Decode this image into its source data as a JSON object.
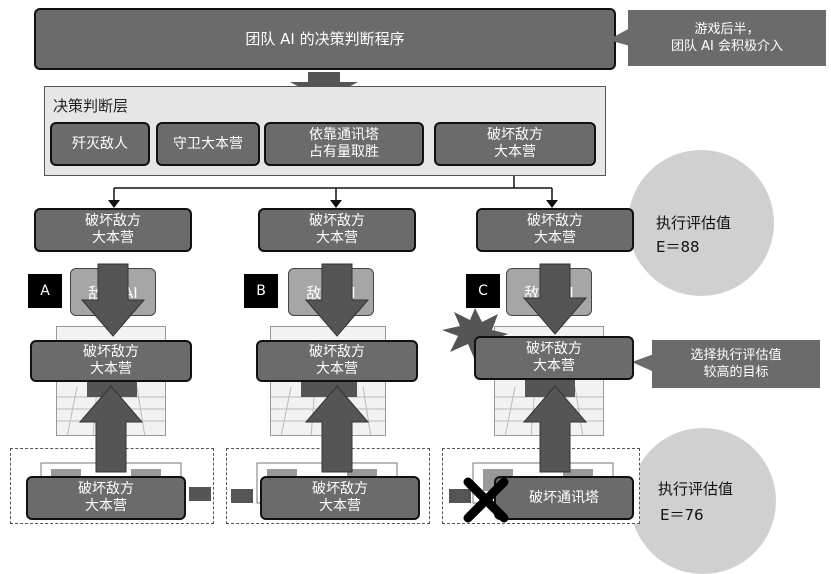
{
  "header": {
    "title": "团队 AI 的决策判断程序",
    "note_line1": "游戏后半，",
    "note_line2": "团队 AI 会积极介入"
  },
  "decision_layer": {
    "title": "决策判断层",
    "options": [
      {
        "line1": "歼灭敌人",
        "line2": ""
      },
      {
        "line1": "守卫大本营",
        "line2": ""
      },
      {
        "line1": "依靠通讯塔",
        "line2": "占有量取胜"
      },
      {
        "line1": "破坏敌方",
        "line2": "大本营"
      }
    ]
  },
  "branches": [
    {
      "letter": "A",
      "top_line1": "破坏敌方",
      "top_line2": "大本营",
      "enemy": "敌方 AI",
      "mid_line1": "破坏敌方",
      "mid_line2": "大本营",
      "bottom_line1": "破坏敌方",
      "bottom_line2": "大本营"
    },
    {
      "letter": "B",
      "top_line1": "破坏敌方",
      "top_line2": "大本营",
      "enemy": "敌方 AI",
      "mid_line1": "破坏敌方",
      "mid_line2": "大本营",
      "bottom_line1": "破坏敌方",
      "bottom_line2": "大本营"
    },
    {
      "letter": "C",
      "top_line1": "破坏敌方",
      "top_line2": "大本营",
      "enemy": "敌方 AI",
      "mid_line1": "破坏敌方",
      "mid_line2": "大本营",
      "bottom_line1": "破坏通讯塔",
      "bottom_line2": ""
    }
  ],
  "eval_top": {
    "label": "执行评估值",
    "value": "E＝88"
  },
  "eval_bottom": {
    "label": "执行评估值",
    "value": "E＝76"
  },
  "select_note": {
    "line1": "选择执行评估值",
    "line2": "较高的目标"
  },
  "colors": {
    "box": "#6b6b6b",
    "panel": "#e6e6e6",
    "circle": "#d0d0d0",
    "arrow": "#555555"
  }
}
